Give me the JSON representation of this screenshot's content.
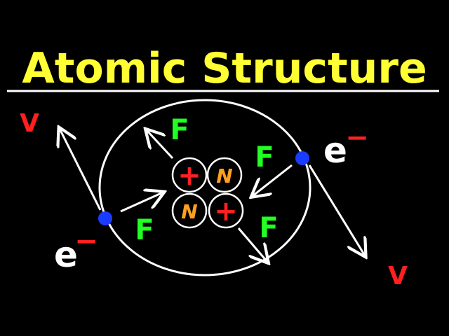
{
  "title": "Atomic Structure",
  "nucleus": {
    "proton_symbol": "+",
    "neutron_symbol": "N"
  },
  "labels": {
    "force": "F",
    "electron": "e",
    "electron_charge": "−",
    "velocity": "V"
  },
  "colors": {
    "background": "#000000",
    "title": "#FFFF33",
    "outline": "#FFFFFF",
    "proton": "#FF2020",
    "neutron": "#FFA020",
    "force": "#22FF22",
    "electron_dot": "#1A3CFF",
    "velocity": "#FF2020"
  }
}
